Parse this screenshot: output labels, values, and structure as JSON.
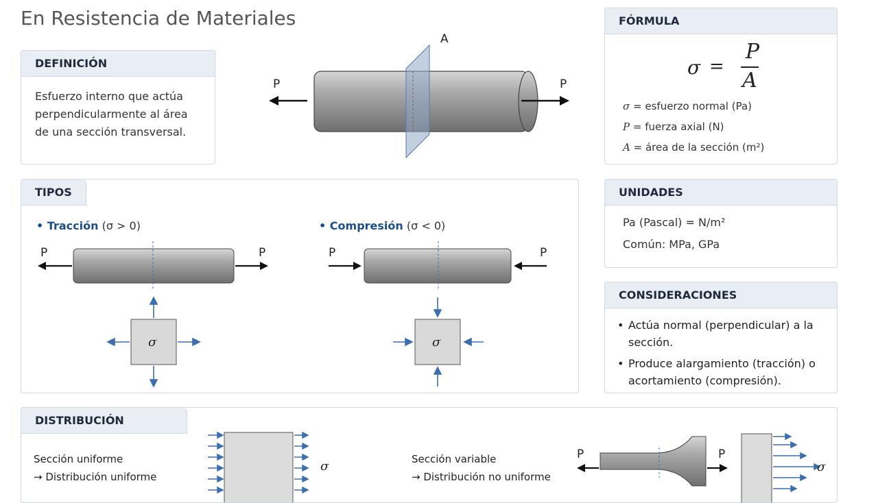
{
  "page": {
    "subtitle": "En Resistencia de Materiales"
  },
  "definicion": {
    "header": "DEFINICIÓN",
    "text": "Esfuerzo interno que actúa perpendicularmente al área de una sección transversal."
  },
  "hero": {
    "load_left": "P",
    "load_right": "P",
    "plane_label": "A"
  },
  "formula": {
    "header": "FÓRMULA",
    "lhs": "σ",
    "eq": "=",
    "numerator": "P",
    "denominator": "A",
    "legend": [
      {
        "sym": "σ",
        "text": "= esfuerzo normal (Pa)"
      },
      {
        "sym": "P",
        "text": "= fuerza axial (N)"
      },
      {
        "sym": "A",
        "text": "= área de la sección (m²)"
      }
    ]
  },
  "tipos": {
    "header": "TIPOS",
    "traccion": {
      "name": "Tracción",
      "cond": "(σ > 0)",
      "load": "P",
      "sigma": "σ"
    },
    "compresion": {
      "name": "Compresión",
      "cond": "(σ < 0)",
      "load": "P",
      "sigma": "σ"
    }
  },
  "unidades": {
    "header": "UNIDADES",
    "line1": "Pa (Pascal) = N/m²",
    "line2": "Común: MPa, GPa"
  },
  "consideraciones": {
    "header": "CONSIDERACIONES",
    "items": [
      "Actúa normal (perpendicular) a la sección.",
      "Produce alargamiento (tracción) o acortamiento (compresión)."
    ]
  },
  "distribucion": {
    "header": "DISTRIBUCIÓN",
    "uniforme": {
      "title": "Sección uniforme",
      "result": "→  Distribución uniforme",
      "sigma": "σ"
    },
    "variable": {
      "title": "Sección variable",
      "result": "→  Distribución no uniforme",
      "sigma": "σ",
      "load_left": "P",
      "load_right": "P"
    }
  },
  "colors": {
    "accent": "#1b4f8a",
    "arrow_blue": "#3b6fb0",
    "header_bg": "#e9eef5",
    "border": "#cfd8e3"
  }
}
